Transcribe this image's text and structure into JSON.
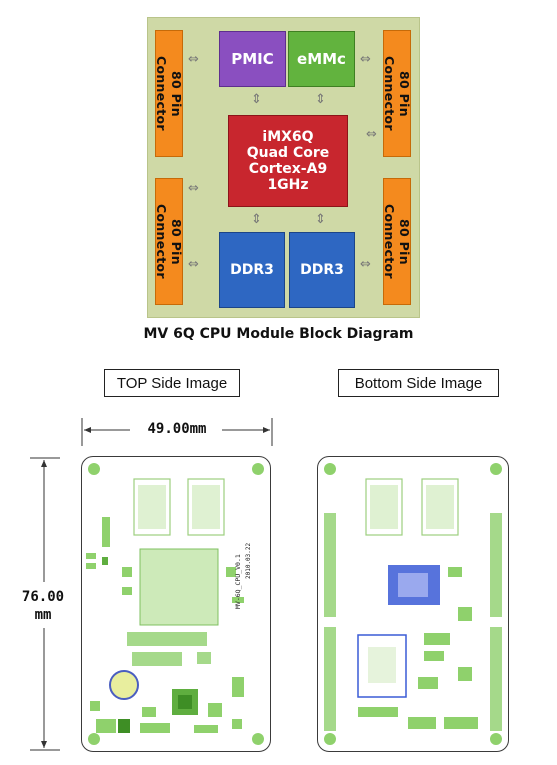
{
  "diagram": {
    "connectors": [
      "80 Pin Connector",
      "80 Pin Connector",
      "80 Pin Connector",
      "80 Pin Connector"
    ],
    "pmic": "PMIC",
    "emmc": "eMMc",
    "cpu_lines": [
      "iMX6Q",
      "Quad Core",
      "Cortex-A9",
      "1GHz"
    ],
    "ddr": [
      "DDR3",
      "DDR3"
    ],
    "caption": "MV 6Q CPU Module Block Diagram",
    "colors": {
      "panel": "#cfd9a6",
      "connector": "#f48a1e",
      "pmic": "#8a4fc0",
      "emmc": "#62b33e",
      "cpu": "#c8262e",
      "ddr": "#2e67c2"
    }
  },
  "images": {
    "top_label": "TOP Side Image",
    "bottom_label": "Bottom Side Image",
    "width_dim": "49.00mm",
    "height_dim": [
      "76.00",
      "mm"
    ],
    "silkscreen": [
      "MV-6Q_CPU_V0.1",
      "2010.03.22"
    ]
  }
}
